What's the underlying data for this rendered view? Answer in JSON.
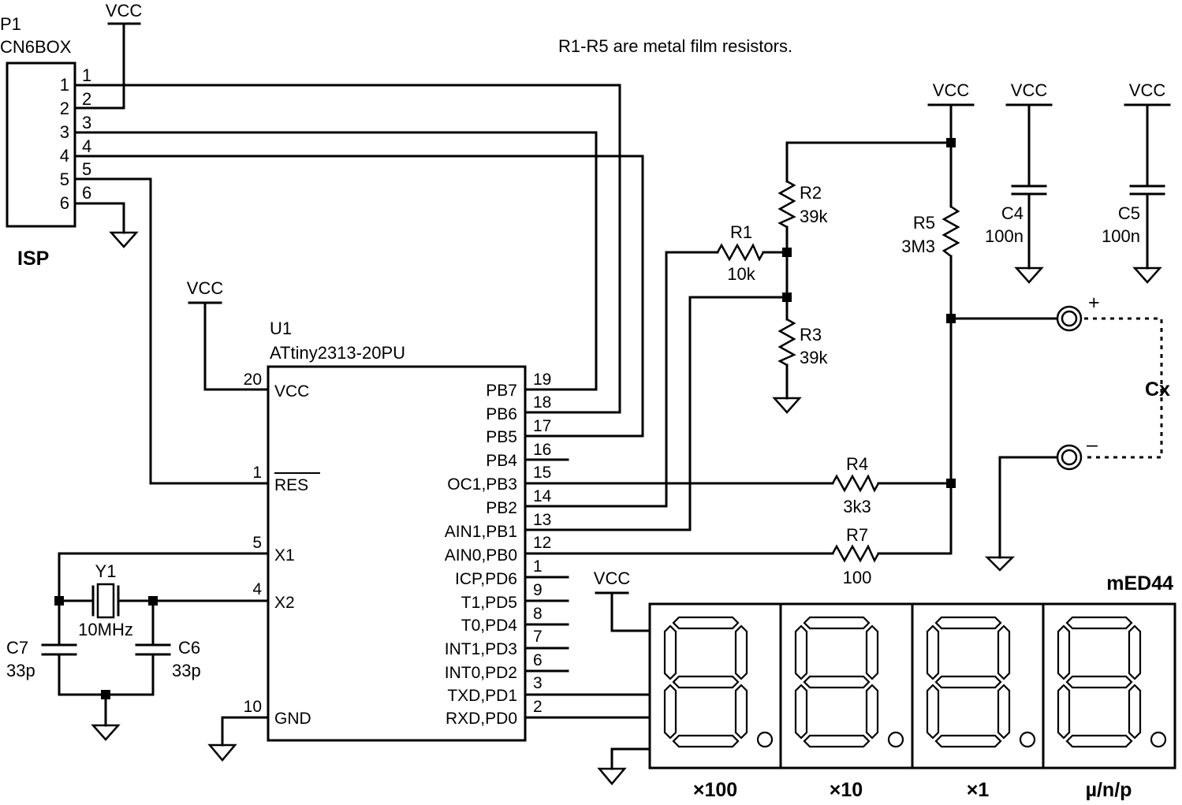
{
  "note": "R1-R5 are metal film resistors.",
  "power_label": "VCC",
  "connector": {
    "ref": "P1",
    "type": "CN6BOX",
    "name": "ISP",
    "pins": [
      "1",
      "2",
      "3",
      "4",
      "5",
      "6"
    ]
  },
  "mcu": {
    "ref": "U1",
    "part": "ATtiny2313-20PU",
    "left_pins": [
      {
        "num": "20",
        "name": "VCC"
      },
      {
        "num": "1",
        "name": "RES"
      },
      {
        "num": "5",
        "name": "X1"
      },
      {
        "num": "4",
        "name": "X2"
      },
      {
        "num": "10",
        "name": "GND"
      }
    ],
    "right_pins": [
      {
        "num": "19",
        "name": "PB7"
      },
      {
        "num": "18",
        "name": "PB6"
      },
      {
        "num": "17",
        "name": "PB5"
      },
      {
        "num": "16",
        "name": "PB4"
      },
      {
        "num": "15",
        "name": "OC1,PB3"
      },
      {
        "num": "14",
        "name": "PB2"
      },
      {
        "num": "13",
        "name": "AIN1,PB1"
      },
      {
        "num": "12",
        "name": "AIN0,PB0"
      },
      {
        "num": "1",
        "name": "ICP,PD6"
      },
      {
        "num": "9",
        "name": "T1,PD5"
      },
      {
        "num": "8",
        "name": "T0,PD4"
      },
      {
        "num": "7",
        "name": "INT1,PD3"
      },
      {
        "num": "6",
        "name": "INT0,PD2"
      },
      {
        "num": "3",
        "name": "TXD,PD1"
      },
      {
        "num": "2",
        "name": "RXD,PD0"
      }
    ]
  },
  "resistors": {
    "r1": {
      "ref": "R1",
      "value": "10k"
    },
    "r2": {
      "ref": "R2",
      "value": "39k"
    },
    "r3": {
      "ref": "R3",
      "value": "39k"
    },
    "r4": {
      "ref": "R4",
      "value": "3k3"
    },
    "r5": {
      "ref": "R5",
      "value": "3M3"
    },
    "r7": {
      "ref": "R7",
      "value": "100"
    }
  },
  "capacitors": {
    "c4": {
      "ref": "C4",
      "value": "100n"
    },
    "c5": {
      "ref": "C5",
      "value": "100n"
    },
    "c6": {
      "ref": "C6",
      "value": "33p"
    },
    "c7": {
      "ref": "C7",
      "value": "33p"
    }
  },
  "crystal": {
    "ref": "Y1",
    "value": "10MHz"
  },
  "cx": {
    "label": "Cx",
    "plus": "+",
    "minus": "–"
  },
  "display": {
    "name": "mED44",
    "digit_labels": [
      "×100",
      "×10",
      "×1",
      "µ/n/p"
    ]
  }
}
